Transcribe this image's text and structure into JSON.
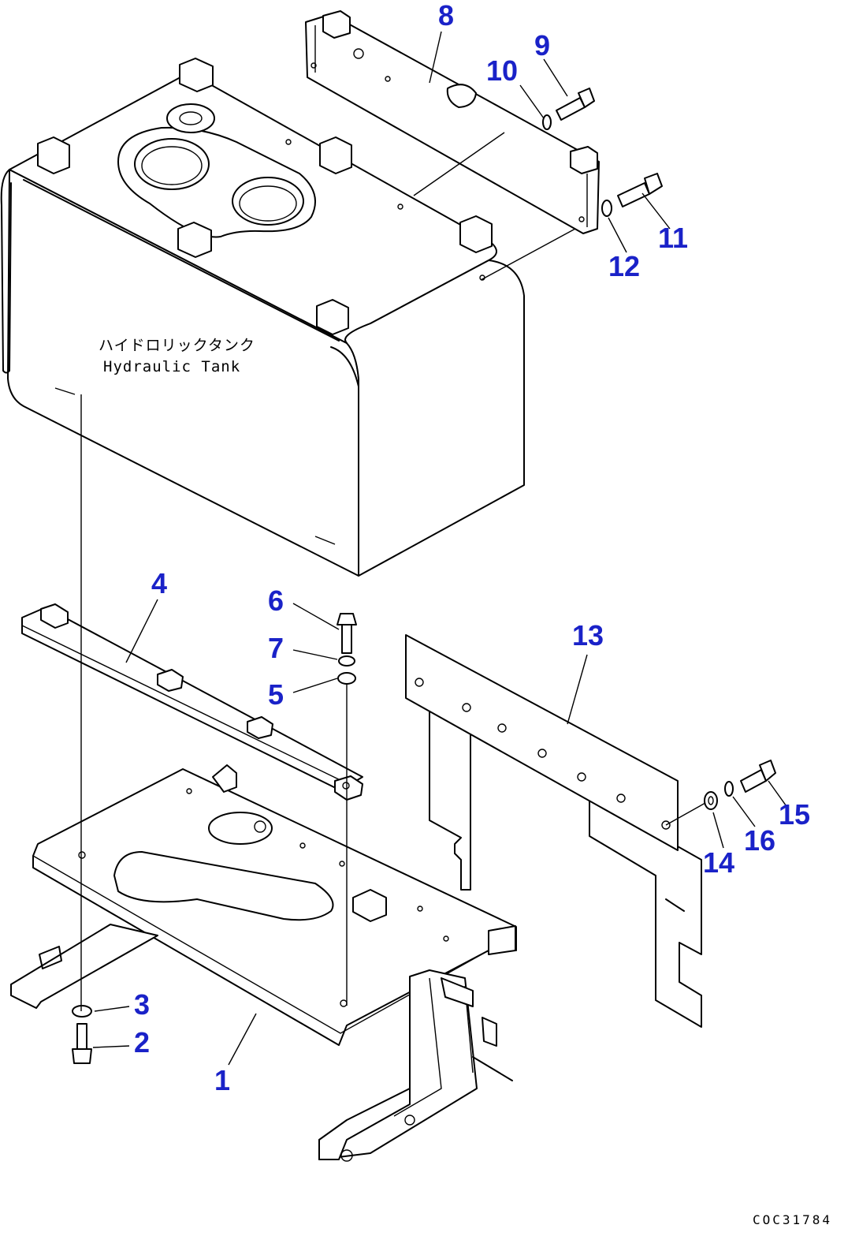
{
  "diagram": {
    "tank_label_jp": "ハイドロリックタンク",
    "tank_label_en": "Hydraulic Tank",
    "drawing_number": "COC31784",
    "callouts": {
      "c1": "1",
      "c2": "2",
      "c3": "3",
      "c4": "4",
      "c5": "5",
      "c6": "6",
      "c7": "7",
      "c8": "8",
      "c9": "9",
      "c10": "10",
      "c11": "11",
      "c12": "12",
      "c13": "13",
      "c14": "14",
      "c15": "15",
      "c16": "16"
    },
    "colors": {
      "callout": "#1a22c8",
      "line": "#000000",
      "background": "#ffffff"
    }
  }
}
